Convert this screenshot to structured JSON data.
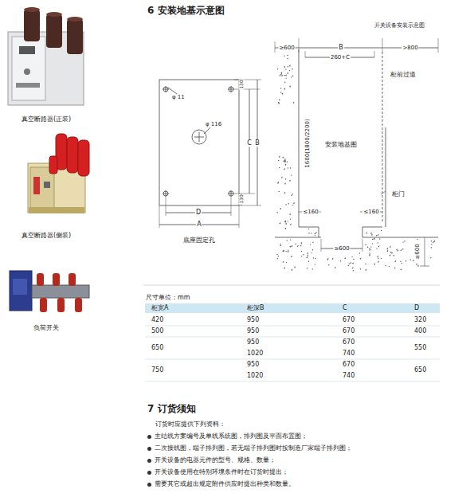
{
  "diagram": {
    "labels": [
      "真空断路器(正装)",
      "真空断路器(侧装)",
      "负荷开关",
      "6 安装地基示意图",
      "开关设备安装示意图",
      "φ 11",
      "130",
      "φ 116",
      "C",
      "B",
      "130",
      "D",
      "A",
      "底座固定孔",
      "≥600",
      "B",
      ">800",
      "260+C",
      "柜前过道",
      "安装地基图",
      "1600(1800/2200)",
      "柜门",
      "≤160",
      "≤160",
      "≥600",
      "≥600",
      "尺寸单位：mm",
      "柜宽A",
      "柜深B",
      "C",
      "D",
      "420",
      "950",
      "670",
      "320",
      "500",
      "950",
      "670",
      "400",
      "650",
      "950",
      "670",
      "550",
      "1020",
      "740",
      "750",
      "950",
      "670",
      "650",
      "1020",
      "740",
      "7 订货须知",
      "订货时应提供下列资料：",
      "主结线方案编号及单线系统图，排列图及平面布置图；",
      "二次接线图，端子排列图，若无端子排列图时按制造厂家端子排列图；",
      "开关设备的电器元件的型号、规格、数量；",
      "开关设备使用在特别环境条件时在订货时提出；",
      "需要其它或超出规定附件供应时提出种类和数量。"
    ]
  }
}
